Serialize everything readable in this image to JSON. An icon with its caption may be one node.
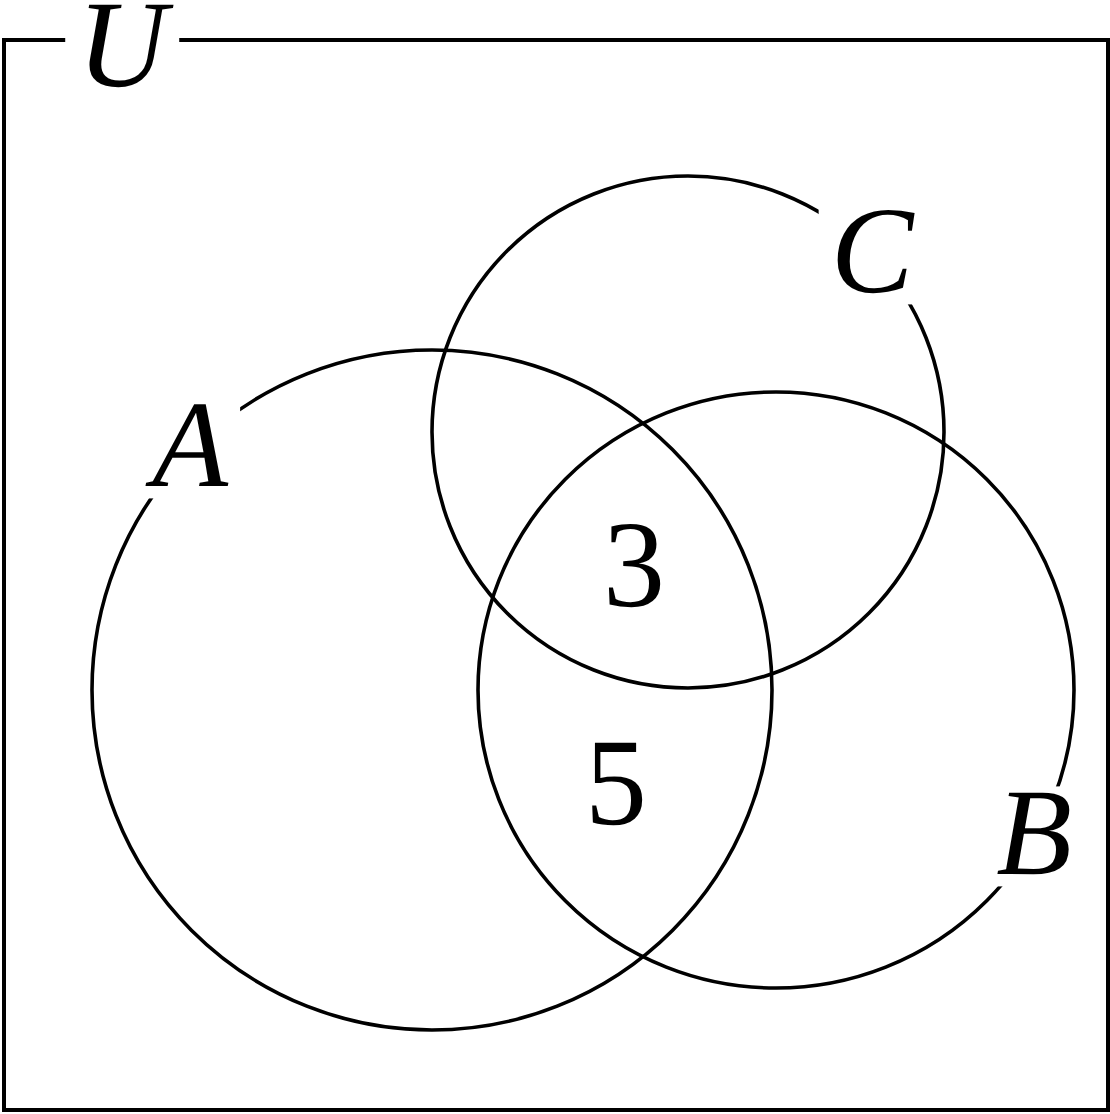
{
  "diagram": {
    "nodes": [
      {
        "text": [
          "U"
        ]
      },
      {
        "text": [
          "C"
        ],
        "in": 0
      },
      {
        "text": [
          "A"
        ],
        "in": 0
      },
      {
        "text": [
          "B"
        ],
        "in": 0
      }
    ],
    "labels": [
      "3",
      "5"
    ]
  }
}
